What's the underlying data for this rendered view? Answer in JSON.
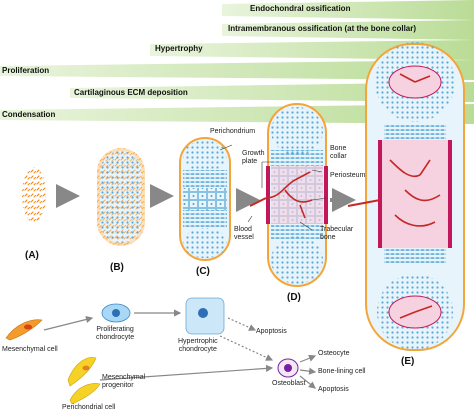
{
  "banners": [
    {
      "id": "endochondral",
      "text": "Endochondral ossification"
    },
    {
      "id": "intramembranous",
      "text": "Intramembranous ossification (at the bone collar)"
    },
    {
      "id": "hypertrophy",
      "text": "Hypertrophy"
    },
    {
      "id": "proliferation",
      "text": "Proliferation"
    },
    {
      "id": "ecm",
      "text": "Cartilaginous ECM deposition"
    },
    {
      "id": "condensation",
      "text": "Condensation"
    }
  ],
  "stages": [
    "(A)",
    "(B)",
    "(C)",
    "(D)",
    "(E)"
  ],
  "annotations": {
    "perichondrium": "Perichondrium",
    "growth_plate": "Growth\nplate",
    "bone_collar": "Bone\ncollar",
    "periosteum": "Periosteum",
    "blood_vessel": "Blood\nvessel",
    "trabecular_bone": "Trabecular\nbone"
  },
  "lineage": {
    "mesenchymal_cell": "Mesenchymal cell",
    "proliferating_chondrocyte": "Proliferating\nchondrocyte",
    "hypertrophic_chondrocyte": "Hypertrophic\nchondrocyte",
    "apoptosis_1": "Apoptosis",
    "mesenchymal_progenitor": "Mesenchymal\nprogenitor",
    "osteoblast": "Osteoblast",
    "osteocyte": "Osteocyte",
    "bone_lining_cell": "Bone-lining cell",
    "apoptosis_2": "Apoptosis",
    "perichondrial_cell": "Perichondrial cell"
  },
  "colors": {
    "banner_green": "#cfe6b0",
    "cartilage_fill": "#dbeef8",
    "cell_blue": "#5aa9d6",
    "column_blue": "#4a9fd1",
    "perichondrium_orange": "#f4a53a",
    "bone_pink": "#e89ab8",
    "bone_magenta": "#c2185b",
    "vessel_red": "#c62828",
    "arrow_gray": "#8c8c8c"
  }
}
